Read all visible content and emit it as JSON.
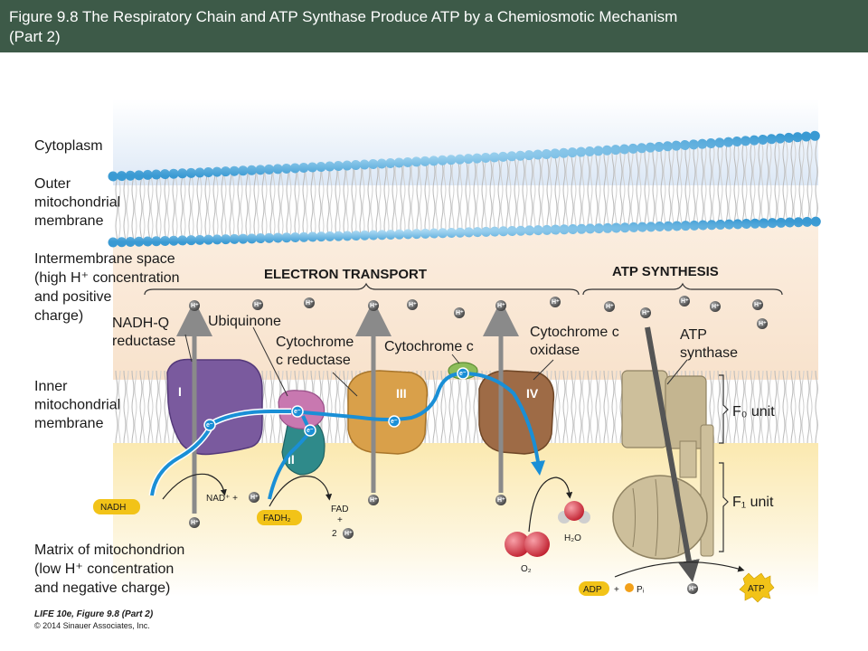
{
  "header": {
    "title_line1": "Figure 9.8  The Respiratory Chain and ATP Synthase Produce ATP by a Chemiosmotic Mechanism",
    "title_line2": "(Part 2)"
  },
  "labels": {
    "cytoplasm": "Cytoplasm",
    "outer_membrane": [
      "Outer",
      "mitochondrial",
      "membrane"
    ],
    "intermembrane": [
      "Intermembrane space",
      "(high H⁺ concentration",
      "and positive",
      "charge)"
    ],
    "inner_membrane": [
      "Inner",
      "mitochondrial",
      "membrane"
    ],
    "matrix": [
      "Matrix of mitochondrion",
      "(low H⁺ concentration",
      "and negative charge)"
    ],
    "electron_transport": "ELECTRON TRANSPORT",
    "atp_synthesis": "ATP SYNTHESIS",
    "nadh_q": [
      "NADH-Q",
      "reductase"
    ],
    "ubiquinone": "Ubiquinone",
    "cyt_c_reductase": [
      "Cytochrome",
      "c reductase"
    ],
    "cytochrome_c": "Cytochrome c",
    "cyt_c_oxidase": [
      "Cytochrome c",
      "oxidase"
    ],
    "atp_synthase": [
      "ATP",
      "synthase"
    ],
    "f0_unit": "F₀ unit",
    "f1_unit": "F₁ unit",
    "complex_I": "I",
    "complex_II": "II",
    "complex_III": "III",
    "complex_IV": "IV",
    "nadh": "NADH",
    "nad_plus": "NAD⁺ +",
    "fadh2": "FADH₂",
    "fad": [
      "FAD",
      "+",
      "2"
    ],
    "h2o": "H₂O",
    "o2": "O₂",
    "adp": "ADP",
    "plus": "+",
    "pi": "Pᵢ",
    "atp": "ATP",
    "h": "H⁺",
    "e": "e⁻"
  },
  "footer": {
    "line1": "LIFE 10e, Figure 9.8 (Part 2)",
    "line2": "© 2014 Sinauer Associates, Inc."
  },
  "colors": {
    "header_bg": "#3d5a48",
    "phosphate_head": "#4aa8dd",
    "complex_I": "#7a5a9e",
    "complex_II": "#2f8a8a",
    "ubiquinone": "#c878b0",
    "complex_III": "#d9a04a",
    "complex_IV": "#9e6b46",
    "cytochrome_c": "#8dbd5a",
    "atp_synthase": "#cdbf9b",
    "electron_path": "#1a8fd6",
    "nadh_badge": "#f2c318",
    "oxygen": "#d93a4a",
    "proton_arrow": "#8a8a8a"
  }
}
